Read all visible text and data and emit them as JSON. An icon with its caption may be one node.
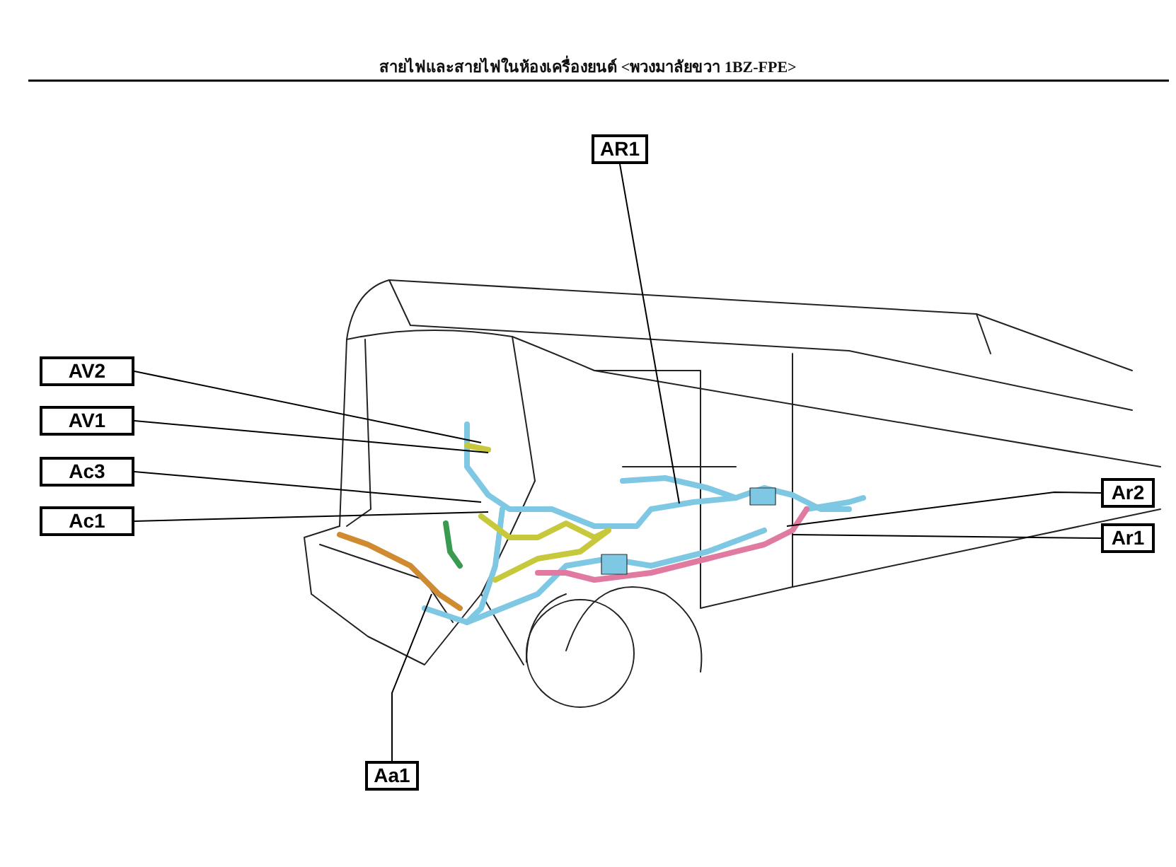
{
  "diagram": {
    "title": "สายไฟและสายไฟในห้องเครื่องยนต์ <พวงมาลัยขวา 1BZ-FPE>",
    "nodes": [
      {
        "text": [
          "AR1"
        ]
      },
      {
        "text": [
          "AV2"
        ]
      },
      {
        "text": [
          "AV1"
        ]
      },
      {
        "text": [
          "Ac3"
        ]
      },
      {
        "text": [
          "Ac1"
        ]
      },
      {
        "text": [
          "Ar2"
        ]
      },
      {
        "text": [
          "Ar1"
        ]
      },
      {
        "text": [
          "Aa1"
        ]
      }
    ],
    "edges": [
      {
        "from": 0,
        "to": null,
        "arrow": "none"
      },
      {
        "from": 1,
        "to": null,
        "arrow": "none"
      },
      {
        "from": 2,
        "to": null,
        "arrow": "none"
      },
      {
        "from": 3,
        "to": null,
        "arrow": "none"
      },
      {
        "from": 4,
        "to": null,
        "arrow": "none"
      },
      {
        "from": 5,
        "to": null,
        "arrow": "none"
      },
      {
        "from": 6,
        "to": null,
        "arrow": "none"
      },
      {
        "from": 7,
        "to": null,
        "arrow": "none"
      }
    ]
  }
}
